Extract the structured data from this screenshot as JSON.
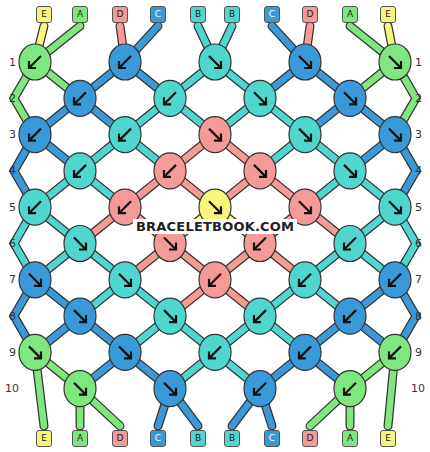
{
  "diagram": {
    "labels": [
      "E",
      "A",
      "D",
      "C",
      "B",
      "B",
      "C",
      "D",
      "A",
      "E",
      "1",
      "1",
      "2",
      "2",
      "3",
      "3",
      "4",
      "4",
      "5",
      "5",
      "6",
      "6",
      "7",
      "7",
      "8",
      "8",
      "9",
      "9",
      "10",
      "10",
      "BRACELETBOOK.COM",
      "E",
      "A",
      "D",
      "C",
      "B",
      "B",
      "C",
      "D",
      "A",
      "E"
    ]
  }
}
